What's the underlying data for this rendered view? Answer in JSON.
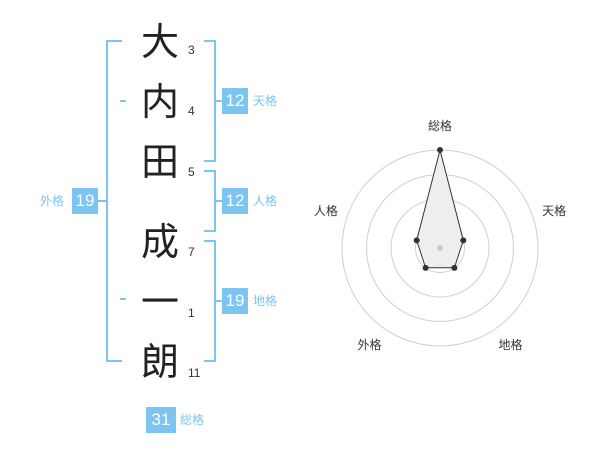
{
  "name": {
    "characters": [
      {
        "char": "大",
        "strokes": "3"
      },
      {
        "char": "内",
        "strokes": "4"
      },
      {
        "char": "田",
        "strokes": "5"
      },
      {
        "char": "成",
        "strokes": "7"
      },
      {
        "char": "一",
        "strokes": "1"
      },
      {
        "char": "朗",
        "strokes": "11"
      }
    ]
  },
  "fortune": {
    "tenkaku": {
      "value": "12",
      "label": "天格"
    },
    "jinkaku": {
      "value": "12",
      "label": "人格"
    },
    "chikaku": {
      "value": "19",
      "label": "地格"
    },
    "gaikaku": {
      "value": "19",
      "label": "外格"
    },
    "soukaku": {
      "value": "31",
      "label": "総格"
    }
  },
  "chart_data": {
    "type": "radar",
    "axes": [
      "総格",
      "天格",
      "地格",
      "外格",
      "人格"
    ],
    "values": [
      4,
      1,
      1,
      1,
      1
    ],
    "max": 4,
    "rings": 4,
    "colors": {
      "ring": "#cfcfcf",
      "fill": "#eeeeee",
      "line": "#333333",
      "point": "#333333",
      "center": "#c8c8c8"
    }
  },
  "colors": {
    "accent": "#7ec4f0"
  }
}
